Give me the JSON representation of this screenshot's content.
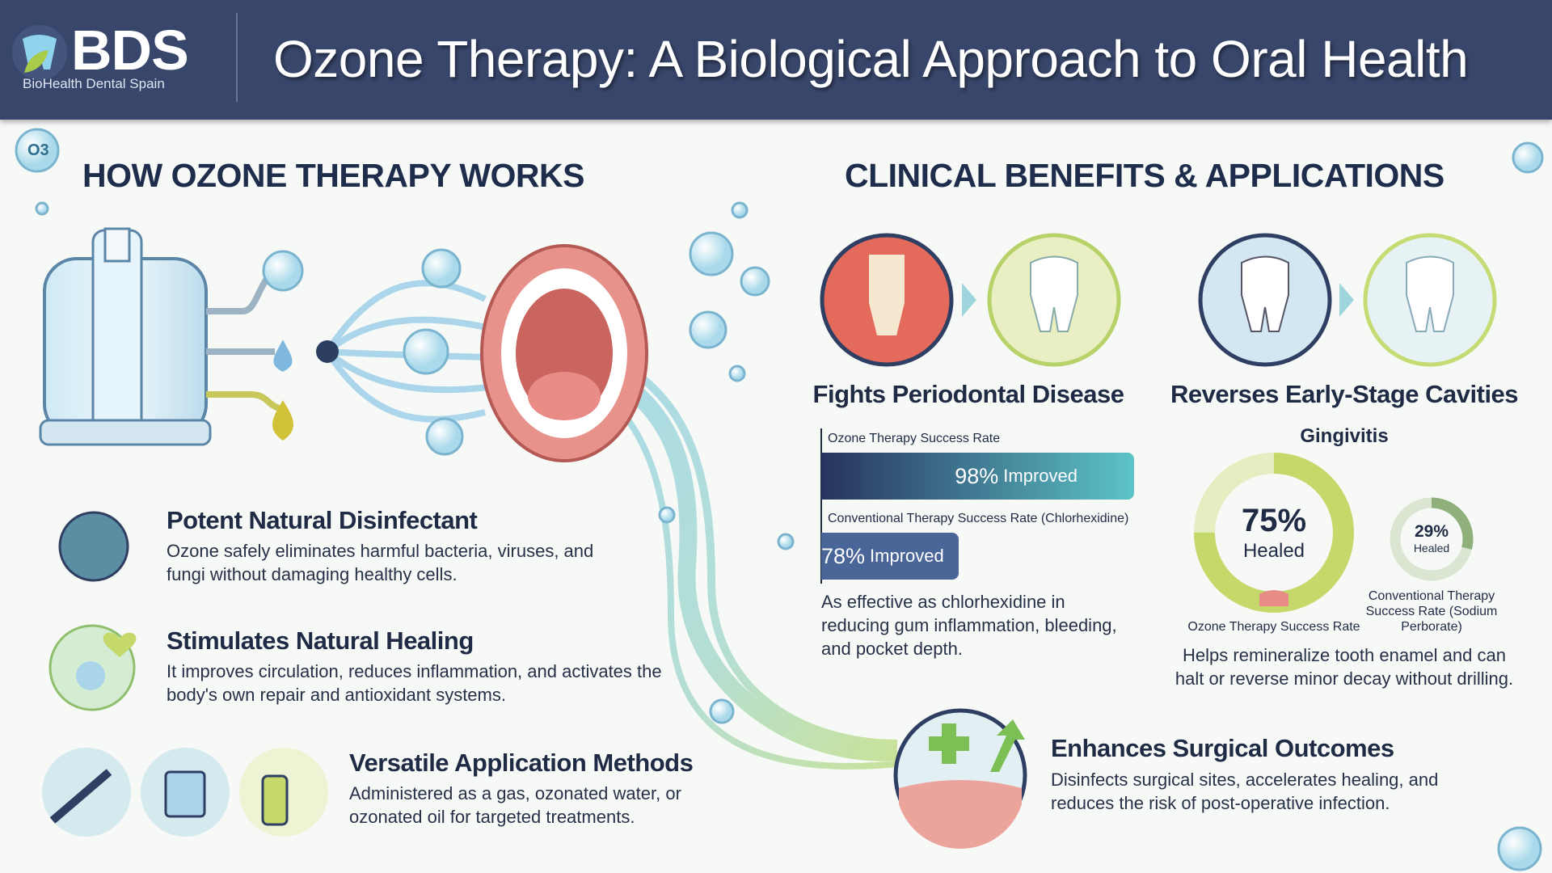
{
  "header": {
    "logo": "BDS",
    "logo_sub": "BioHealth Dental Spain",
    "title": "Ozone Therapy: A Biological Approach to Oral Health"
  },
  "left": {
    "heading": "HOW OZONE THERAPY WORKS",
    "bubble_label": "O3",
    "features": [
      {
        "title": "Potent Natural Disinfectant",
        "body": "Ozone safely eliminates harmful bacteria, viruses, and fungi without damaging healthy cells.",
        "icon": "virus-icon"
      },
      {
        "title": "Stimulates Natural Healing",
        "body": "It improves circulation, reduces inflammation, and activates the body's own repair and antioxidant systems.",
        "icon": "cell-heart-icon"
      },
      {
        "title": "Versatile Application Methods",
        "body": "Administered as a gas, ozonated water, or ozonated oil for targeted treatments.",
        "icons": [
          "syringe-nozzle-icon",
          "water-glass-icon",
          "oil-bottle-icon"
        ]
      }
    ]
  },
  "right": {
    "heading": "CLINICAL BENEFITS & APPLICATIONS",
    "periodontal": {
      "title": "Fights Periodontal Disease",
      "bars": [
        {
          "label": "Ozone Therapy Success Rate",
          "value": 98,
          "pct": "98%",
          "suffix": "Improved",
          "color": "#2b3d6b"
        },
        {
          "label": "Conventional Therapy Success Rate (Chlorhexidine)",
          "value": 78,
          "pct": "78%",
          "suffix": "Improved",
          "color": "#4a6598"
        }
      ],
      "body": "As effective as chlorhexidine in reducing gum inflammation, bleeding, and pocket depth."
    },
    "cavities": {
      "title": "Reverses Early-Stage Cavities",
      "subtitle": "Gingivitis",
      "donuts": [
        {
          "value": 75,
          "pct": "75%",
          "word": "Healed",
          "label": "Ozone Therapy Success Rate",
          "color": "#c4d96a"
        },
        {
          "value": 29,
          "pct": "29%",
          "word": "Healed",
          "label": "Conventional Therapy Success Rate (Sodium Perborate)",
          "color": "#8fb07a"
        }
      ],
      "body": "Helps remineralize tooth enamel and can halt or reverse minor decay without drilling."
    },
    "surgical": {
      "title": "Enhances Surgical Outcomes",
      "body": "Disinfects surgical sites, accelerates healing, and reduces the risk of post-operative infection."
    }
  }
}
